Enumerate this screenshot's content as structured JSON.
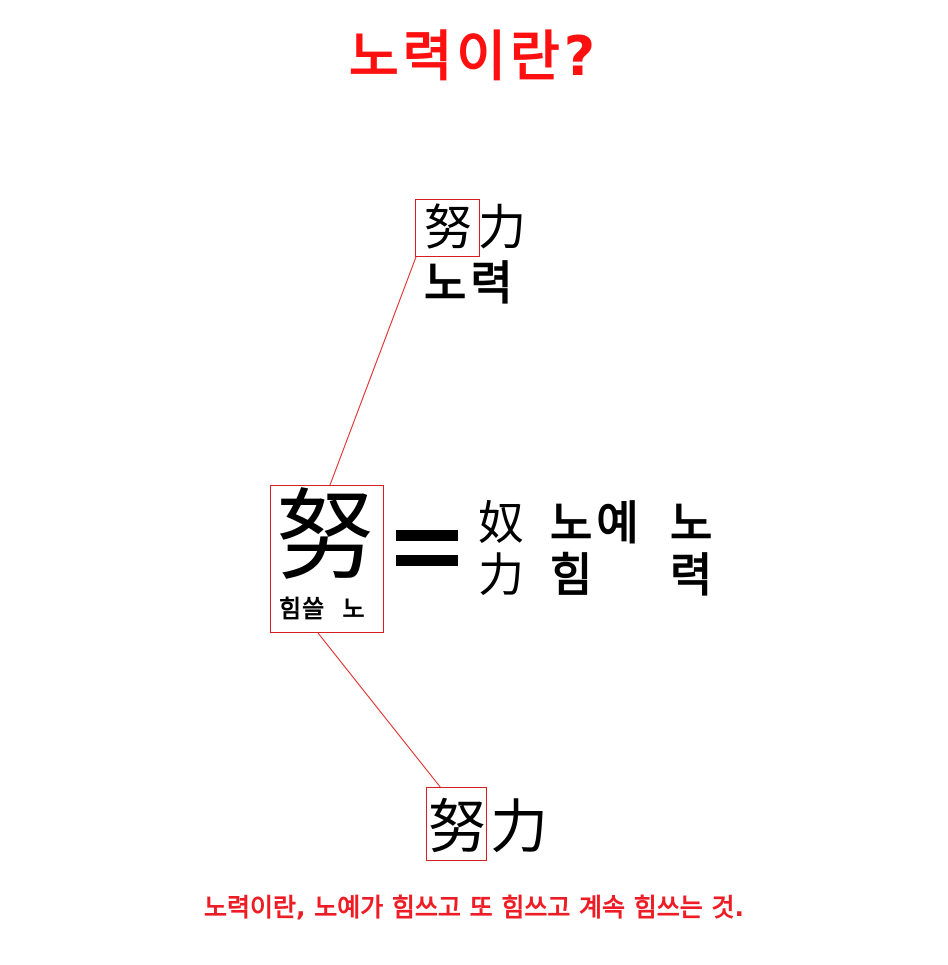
{
  "title": "노력이란?",
  "top_word": {
    "hanja_1": "努",
    "hanja_2": "力",
    "hangul": "노력"
  },
  "center_char": {
    "hanja": "努",
    "meaning": "힘쓸 노"
  },
  "equals": "=",
  "decomposition": {
    "hanja_top": "奴",
    "hanja_bottom": "力",
    "meaning_top": "노예",
    "meaning_bottom": "힘",
    "reading_top": "노",
    "reading_bottom": "력"
  },
  "bottom_word": {
    "hanja_1": "努",
    "hanja_2": "力"
  },
  "caption": "노력이란, 노예가 힘쓰고 또 힘쓰고 계속 힘쓰는 것.",
  "colors": {
    "accent_red": "#ff1010",
    "box_red": "#d42020",
    "text": "#000000"
  }
}
